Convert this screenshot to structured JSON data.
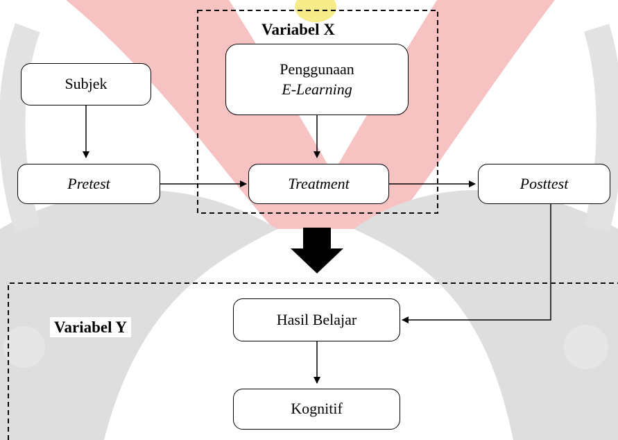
{
  "nodes": {
    "subjek": "Subjek",
    "pretest": "Pretest",
    "treatment": "Treatment",
    "posttest": "Posttest",
    "penggunaan_line1": "Penggunaan",
    "penggunaan_line2": "E-Learning",
    "hasil_belajar": "Hasil Belajar",
    "kognitif": "Kognitif"
  },
  "groups": {
    "variabel_x": "Variabel X",
    "variabel_y": "Variabel Y"
  },
  "colors": {
    "watermark_red": "#f4b8b8",
    "watermark_gray": "#d9d9d9",
    "watermark_yellow": "#f7ec8a",
    "line": "#000000"
  }
}
